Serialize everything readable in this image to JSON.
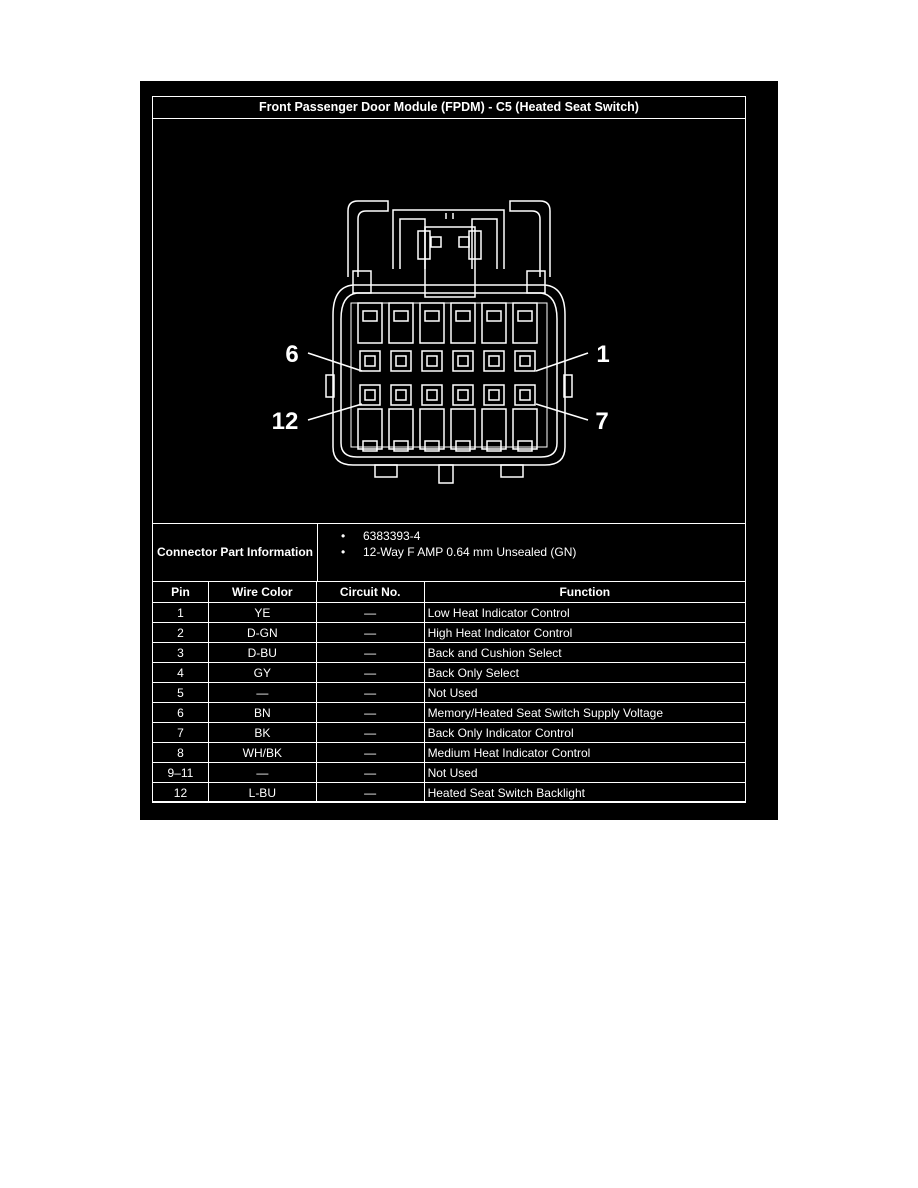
{
  "title": "Front Passenger Door Module (FPDM) - C5 (Heated Seat Switch)",
  "diagram": {
    "callouts": {
      "top_left": "6",
      "top_right": "1",
      "bottom_left": "12",
      "bottom_right": "7"
    }
  },
  "connector_info": {
    "label": "Connector Part Information",
    "items": [
      "6383393-4",
      "12-Way F AMP 0.64 mm Unsealed (GN)"
    ]
  },
  "table": {
    "headers": [
      "Pin",
      "Wire Color",
      "Circuit No.",
      "Function"
    ],
    "rows": [
      [
        "1",
        "YE",
        "—",
        "Low Heat Indicator Control"
      ],
      [
        "2",
        "D-GN",
        "—",
        "High Heat Indicator Control"
      ],
      [
        "3",
        "D-BU",
        "—",
        "Back and Cushion Select"
      ],
      [
        "4",
        "GY",
        "—",
        "Back Only Select"
      ],
      [
        "5",
        "—",
        "—",
        "Not Used"
      ],
      [
        "6",
        "BN",
        "—",
        "Memory/Heated Seat Switch Supply Voltage"
      ],
      [
        "7",
        "BK",
        "—",
        "Back Only Indicator Control"
      ],
      [
        "8",
        "WH/BK",
        "—",
        "Medium Heat Indicator Control"
      ],
      [
        "9–11",
        "—",
        "—",
        "Not Used"
      ],
      [
        "12",
        "L-BU",
        "—",
        "Heated Seat Switch Backlight"
      ]
    ]
  }
}
